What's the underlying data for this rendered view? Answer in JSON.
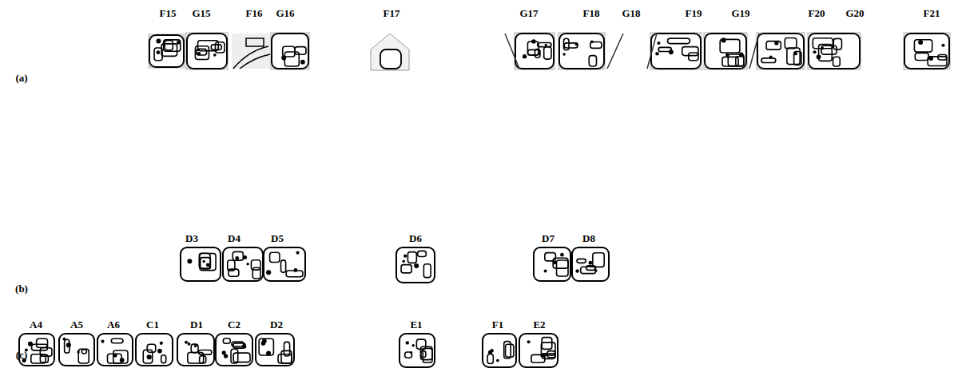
{
  "diagram": {
    "labels": [
      "(a)",
      "F15",
      "G15",
      "F16",
      "G16",
      "F17",
      "G17",
      "F18",
      "G18",
      "F19",
      "G19",
      "F20",
      "G20",
      "F21",
      "(b)",
      "D3",
      "D4",
      "D5",
      "D6",
      "D7",
      "D8",
      "(c)",
      "A4",
      "A5",
      "A6",
      "C1",
      "D1",
      "C2",
      "D2",
      "E1",
      "F1",
      "E2"
    ]
  }
}
